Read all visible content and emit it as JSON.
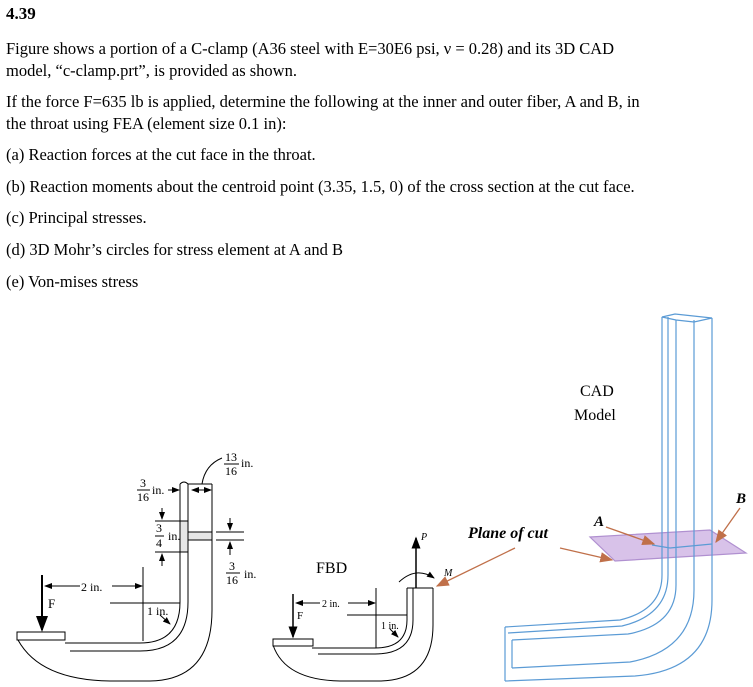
{
  "problem": {
    "number": "4.39",
    "intro_line1": "Figure shows a portion of a C-clamp (A36 steel with E=30E6 psi, ν = 0.28) and its 3D CAD",
    "intro_line2": "model, “c-clamp.prt”, is provided as shown.",
    "task_line1": "If the force F=635 lb is applied, determine the following at the inner and outer fiber, A and B, in",
    "task_line2": "the throat using FEA (element size 0.1 in):",
    "parts": [
      "(a) Reaction forces at the cut face in the throat.",
      "(b) Reaction moments about the centroid point (3.35, 1.5, 0) of the cross section at the cut face.",
      "(c) Principal stresses.",
      "(d) 3D Mohr’s circles for stress element at A and B",
      "(e) Von-mises stress"
    ]
  },
  "figure": {
    "clamp": {
      "dim_13_num": "13",
      "dim_13_den": "16",
      "in": "in.",
      "dim_3a_num": "3",
      "dim_3a_den": "16",
      "dim_34_num": "3",
      "dim_34_den": "4",
      "dim_3b_num": "3",
      "dim_3b_den": "16",
      "dist": "2 in.",
      "radius": "1 in.",
      "force": "F"
    },
    "fbd": {
      "label": "FBD",
      "P": "P",
      "M": "M",
      "dist": "2 in.",
      "radius": "1 in.",
      "force": "F"
    },
    "cad": {
      "label_line1": "CAD",
      "label_line2": "Model",
      "plane_label": "Plane of cut",
      "A": "A",
      "B": "B"
    },
    "colors": {
      "cad_outline": "#5b9bd5",
      "plane": "#c8a8e0",
      "arrow": "#c0704a"
    }
  }
}
